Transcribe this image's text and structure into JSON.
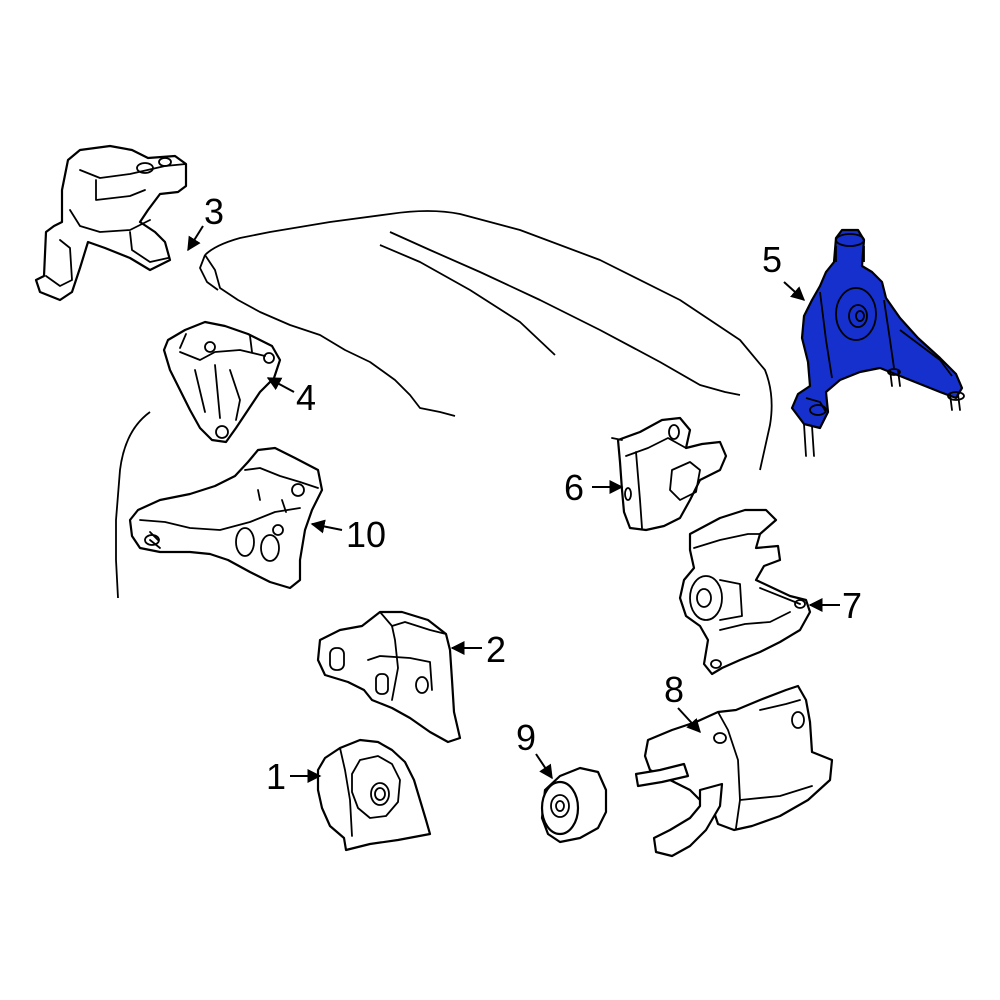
{
  "diagram": {
    "highlight_color": "#1530cc",
    "highlighted_part": "5",
    "callouts": [
      "1",
      "2",
      "3",
      "4",
      "5",
      "6",
      "7",
      "8",
      "9",
      "10"
    ]
  }
}
